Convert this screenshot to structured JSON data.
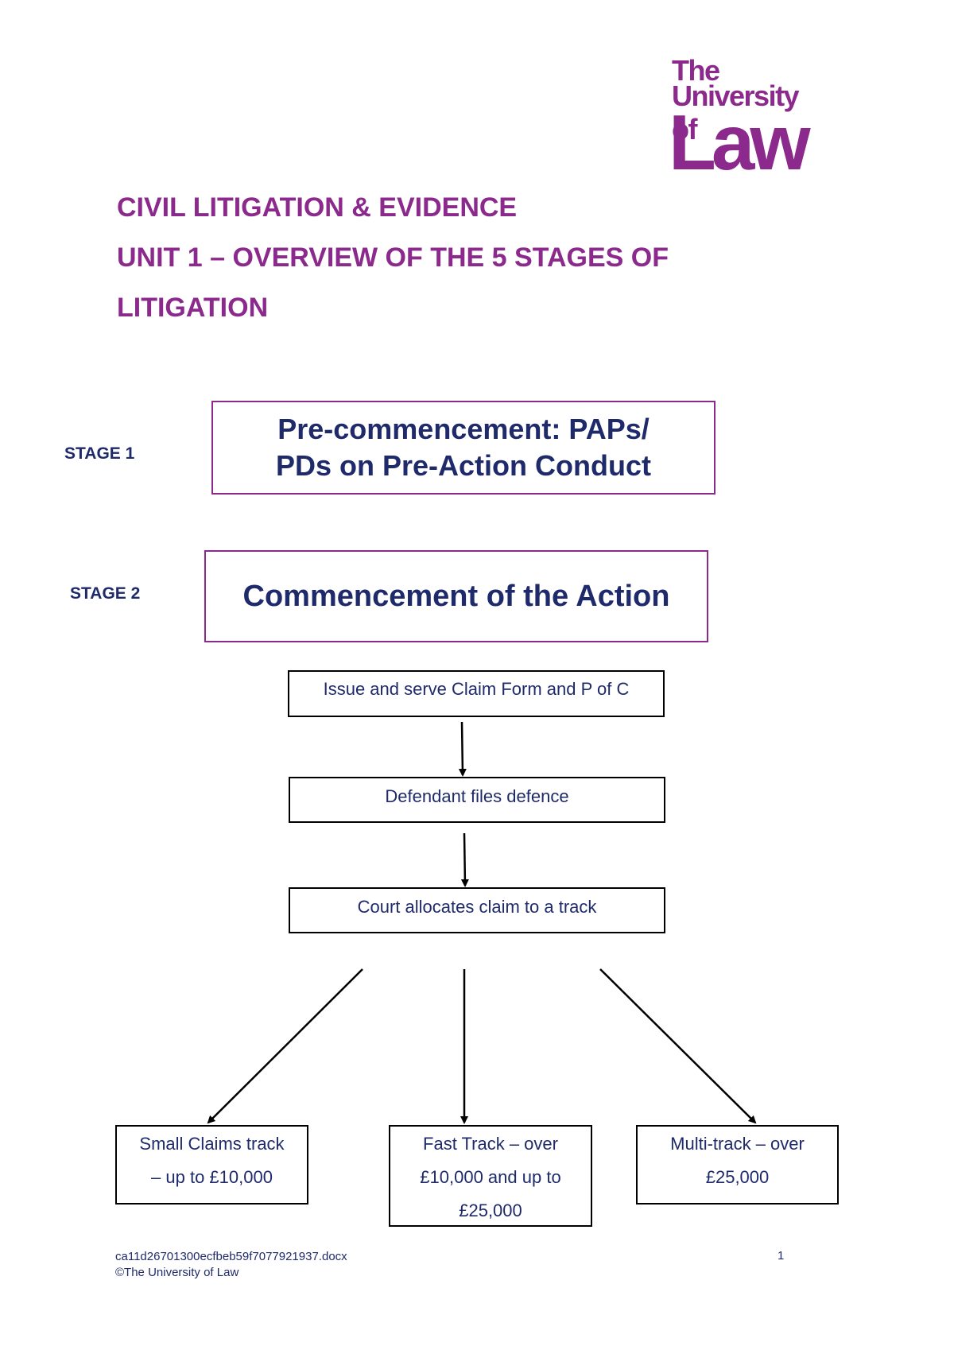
{
  "logo": {
    "line1": "The",
    "line2": "University of",
    "line3": "Law"
  },
  "header": {
    "title": "CIVIL LITIGATION & EVIDENCE",
    "subtitle_line1": "UNIT 1 – OVERVIEW OF THE 5 STAGES OF",
    "subtitle_line2": "LITIGATION"
  },
  "stages": [
    {
      "label": "STAGE 1",
      "box_line1": "Pre-commencement: PAPs/",
      "box_line2": "PDs on Pre-Action Conduct"
    },
    {
      "label": "STAGE 2",
      "box_text": "Commencement of the Action"
    }
  ],
  "steps": [
    "Issue and serve Claim Form and P of C",
    "Defendant files defence",
    "Court allocates claim to a track"
  ],
  "tracks": [
    {
      "line1": "Small Claims track",
      "line2": "– up to £10,000"
    },
    {
      "line1": "Fast Track – over",
      "line2": "£10,000 and up to",
      "line3": "£25,000"
    },
    {
      "line1": "Multi-track – over",
      "line2": "£25,000"
    }
  ],
  "footer": {
    "filename": "ca11d26701300ecfbeb59f7077921937.docx",
    "copyright": "©The University of Law",
    "page_number": "1"
  },
  "colors": {
    "brand_purple": "#8b2a8c",
    "navy_text": "#1f2a6b",
    "box_border": "#000000"
  }
}
